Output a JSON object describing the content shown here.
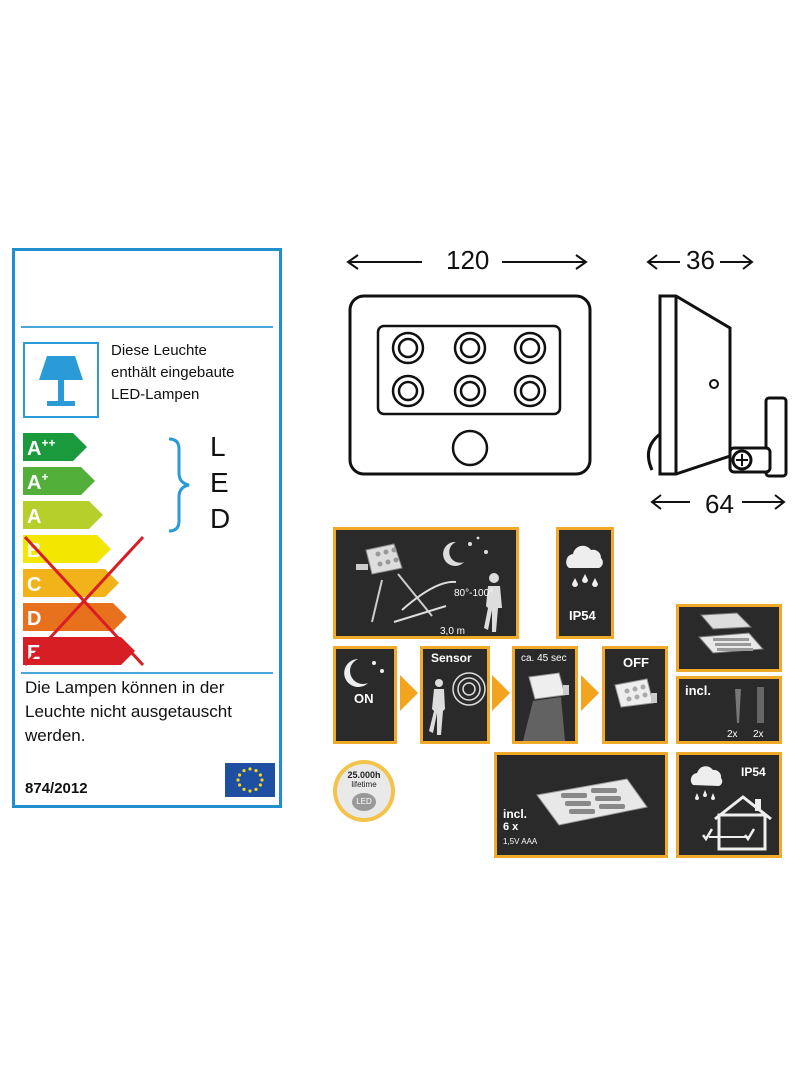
{
  "energy_label": {
    "lamp_text": [
      "Diese Leuchte",
      "enthält eingebaute",
      "LED-Lampen"
    ],
    "classes": [
      "A++",
      "A+",
      "A",
      "B",
      "C",
      "D",
      "E"
    ],
    "led_letters": [
      "L",
      "E",
      "D"
    ],
    "bottom_text": "Die Lampen können in der Leuchte nicht ausgetauscht werden.",
    "regulation": "874/2012",
    "colors": {
      "border": "#1f8fd0",
      "A++": "#1a9a3c",
      "A+": "#52b03a",
      "A": "#b6cf2b",
      "B": "#f3e600",
      "C": "#f2b21a",
      "D": "#e8711d",
      "E": "#d81e25",
      "cross": "#d81e25"
    }
  },
  "dimensions": {
    "width": "120",
    "depth": "36",
    "bracket_depth": "64"
  },
  "features": {
    "angle": "80°-100°",
    "range": "3,0 m",
    "ip_rating": "IP54",
    "on_label": "ON",
    "sensor_label": "Sensor",
    "delay_label": "ca. 45 sec",
    "off_label": "OFF",
    "incl_label": "incl.",
    "qty_a": "2x",
    "qty_b": "2x",
    "lifetime_value": "25.000h",
    "lifetime_label": "lifetime",
    "lifetime_icon": "LED",
    "battery_incl": "incl.",
    "battery_count": "6 x",
    "battery_type": "1,5V AAA",
    "ip_rating_2": "IP54",
    "colors": {
      "tile_bg": "#2a2a2a",
      "tile_border": "#f0a928",
      "arrow": "#f3a41e"
    }
  }
}
